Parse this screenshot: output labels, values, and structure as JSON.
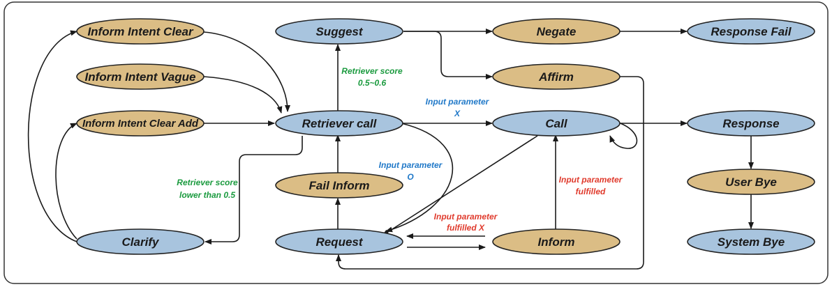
{
  "colors": {
    "blue_node": "#a8c4de",
    "tan_node": "#dbbd85",
    "green_label": "#1a9a3e",
    "blue_label": "#1f78c8",
    "red_label": "#e03a2c"
  },
  "nodes": {
    "inform_intent_clear": "Inform Intent Clear",
    "inform_intent_vague": "Inform Intent Vague",
    "inform_intent_clear_add": "Inform Intent Clear Add",
    "clarify": "Clarify",
    "suggest": "Suggest",
    "retriever_call": "Retriever call",
    "fail_inform": "Fail Inform",
    "request": "Request",
    "negate": "Negate",
    "affirm": "Affirm",
    "call": "Call",
    "inform": "Inform",
    "response_fail": "Response Fail",
    "response": "Response",
    "user_bye": "User Bye",
    "system_bye": "System Bye"
  },
  "edge_labels": {
    "retriever_score_mid_1": "Retriever score",
    "retriever_score_mid_2": "0.5~0.6",
    "retriever_score_low_1": "Retriever score",
    "retriever_score_low_2": "lower than 0.5",
    "input_param_x_1": "Input parameter",
    "input_param_x_2": "X",
    "input_param_o_1": "Input parameter",
    "input_param_o_2": "O",
    "fulfilled_x_1": "Input parameter",
    "fulfilled_x_2": "fulfilled X",
    "fulfilled_1": "Input parameter",
    "fulfilled_2": "fulfilled"
  }
}
